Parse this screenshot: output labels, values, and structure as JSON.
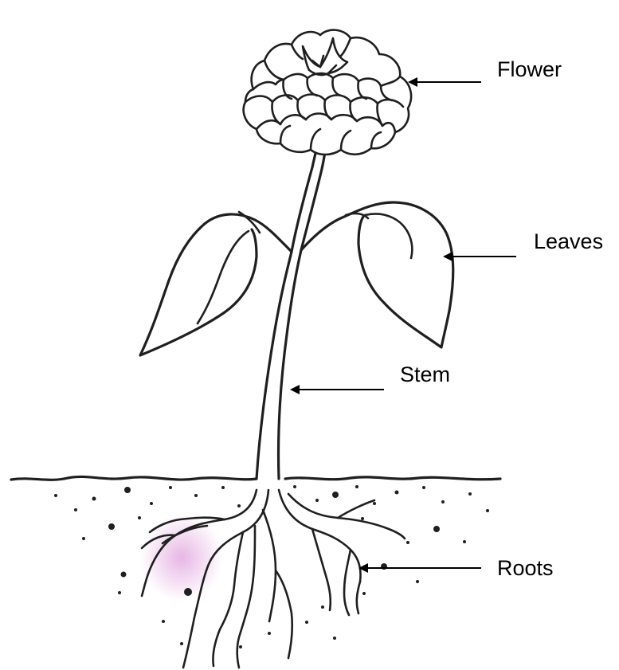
{
  "labels": {
    "flower": "Flower",
    "leaves": "Leaves",
    "stem": "Stem",
    "roots": "Roots"
  },
  "colors": {
    "ink": "#1f1f1f",
    "stain": "#e3a9e0",
    "background": "#ffffff"
  }
}
